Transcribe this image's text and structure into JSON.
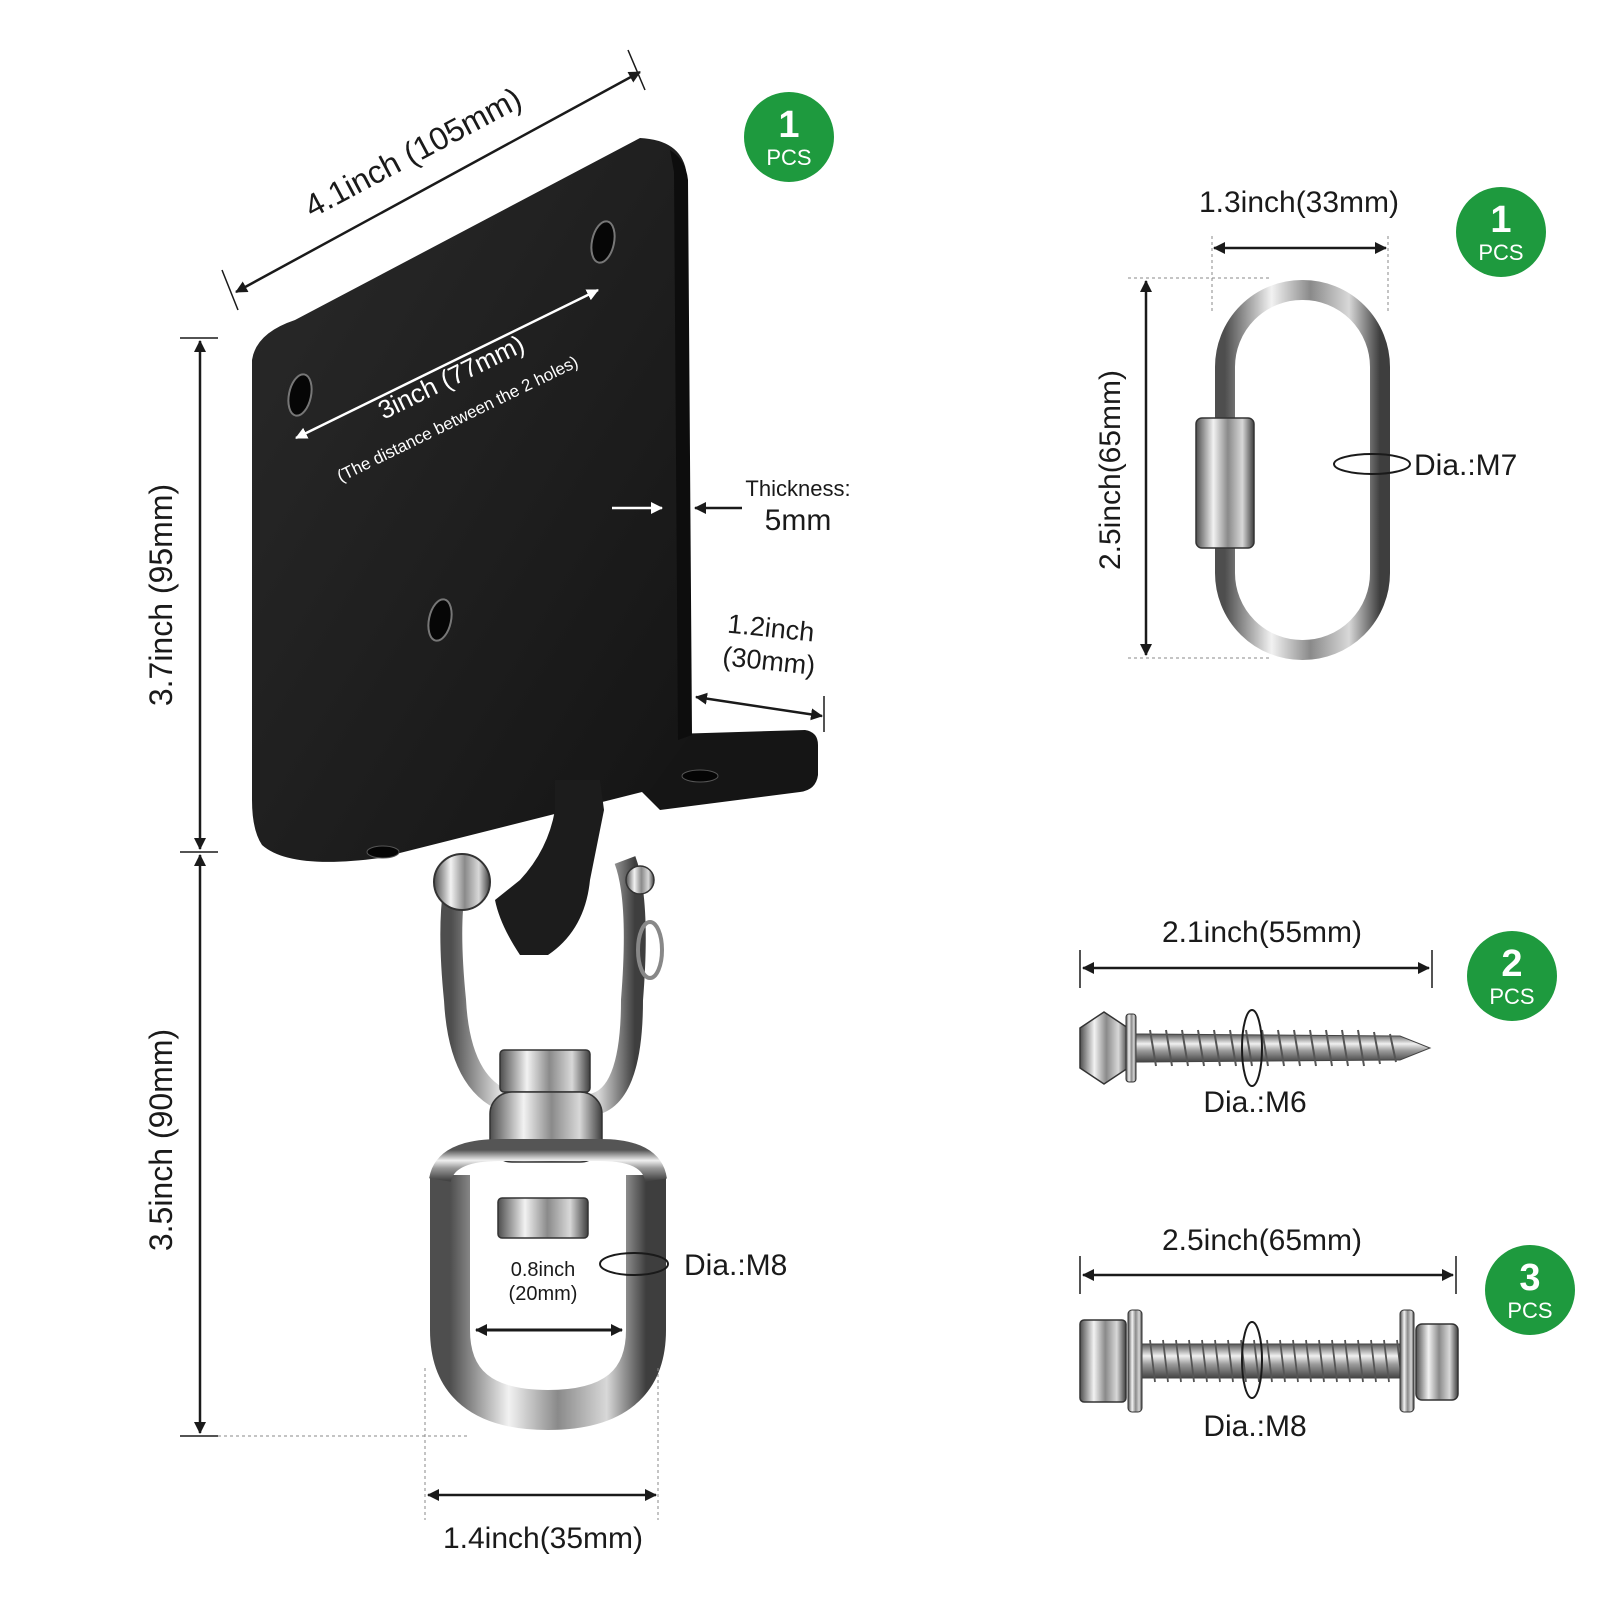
{
  "colors": {
    "badge_green": "#1e9a3e",
    "plate_black": "#1b1b1b",
    "steel_light": "#e6e6e6",
    "steel_dark": "#5d5d5d",
    "line": "#1a1a1a"
  },
  "bracket": {
    "width_label": "4.1inch (105mm)",
    "hole_distance_label": "3inch (77mm)",
    "hole_distance_note": "(The distance between the 2 holes)",
    "thickness_label": "Thickness:",
    "thickness_value": "5mm",
    "flange_label_line1": "1.2inch",
    "flange_label_line2": "(30mm)",
    "plate_height_label": "3.7inch (95mm)",
    "swivel_height_label": "3.5inch (90mm)",
    "ring_inner_line1": "0.8inch",
    "ring_inner_line2": "(20mm)",
    "ring_dia_label": "Dia.:M8",
    "ring_width_label": "1.4inch(35mm)",
    "badge_count": "1",
    "badge_unit": "PCS"
  },
  "quick_link": {
    "width_label": "1.3inch(33mm)",
    "height_label": "2.5inch(65mm)",
    "dia_label": "Dia.:M7",
    "badge_count": "1",
    "badge_unit": "PCS"
  },
  "lag_screw": {
    "length_label": "2.1inch(55mm)",
    "dia_label": "Dia.:M6",
    "badge_count": "2",
    "badge_unit": "PCS"
  },
  "bolt": {
    "length_label": "2.5inch(65mm)",
    "dia_label": "Dia.:M8",
    "badge_count": "3",
    "badge_unit": "PCS"
  }
}
